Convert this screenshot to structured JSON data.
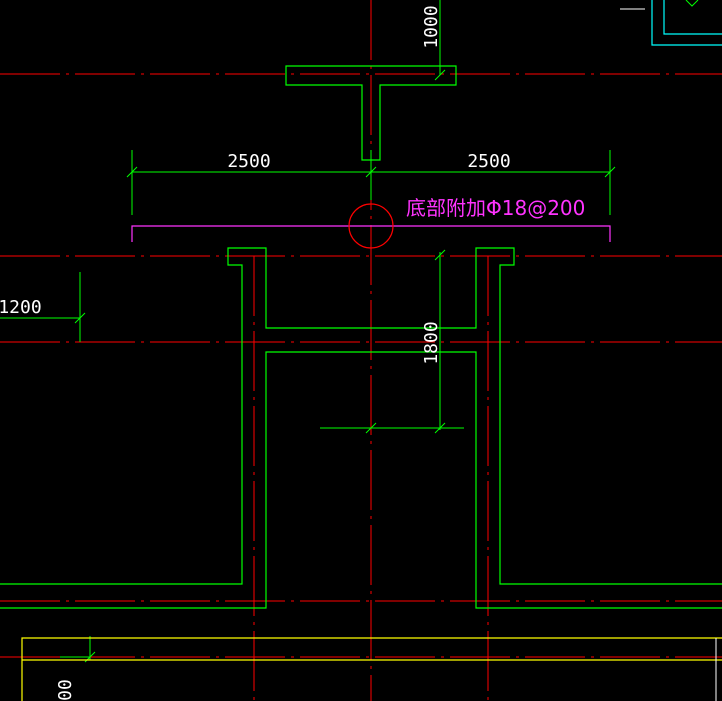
{
  "drawing": {
    "colors": {
      "background": "#000000",
      "axis": "#ff0000",
      "wall": "#00ff00",
      "dimension": "#ffffff",
      "annotation": "#ff33ff",
      "footing": "#ffff00",
      "frame": "#00ffff"
    },
    "dimensions": {
      "top_height": "1000",
      "left_width": "2500",
      "right_width": "2500",
      "side_offset": "1200",
      "inner_height": "1800",
      "bottom_partial": "00"
    },
    "annotation": {
      "text": "底部附加Φ18@200"
    }
  }
}
